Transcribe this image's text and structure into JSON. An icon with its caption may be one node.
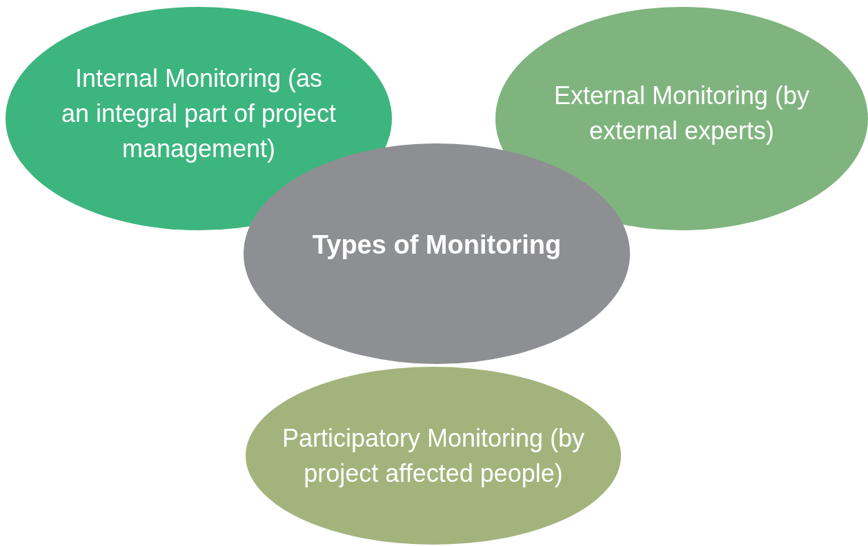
{
  "diagram": {
    "nodes": [
      {
        "text": [
          "Internal Monitoring (as an integral part of project management)"
        ]
      },
      {
        "text": [
          "External Monitoring (by external experts)"
        ]
      },
      {
        "text": [
          "Types of Monitoring"
        ]
      },
      {
        "text": [
          "Participatory Monitoring (by project affected people)"
        ]
      }
    ]
  }
}
